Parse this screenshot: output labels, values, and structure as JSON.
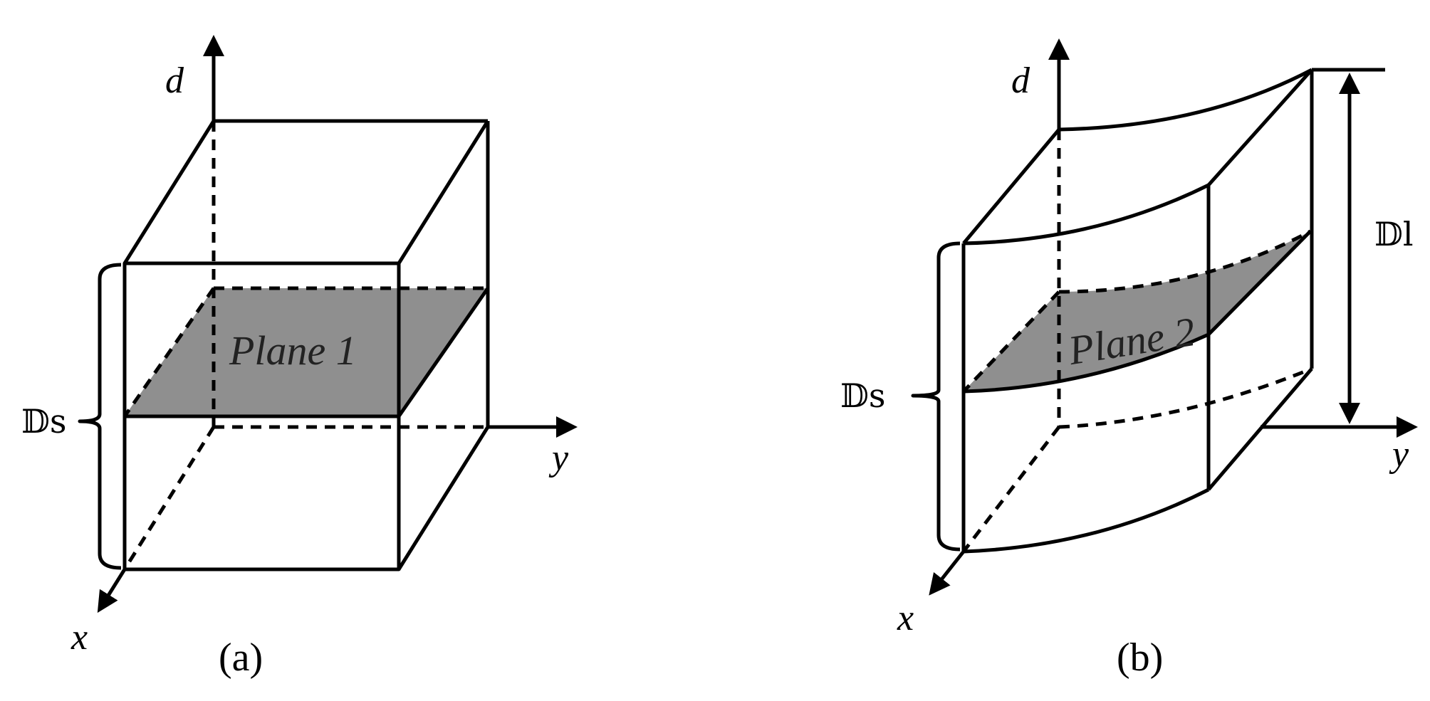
{
  "panel_a": {
    "axis_d": "d",
    "axis_y": "y",
    "axis_x": "x",
    "plane_label": "Plane 1",
    "set_label": "𝔻s",
    "caption": "(a)"
  },
  "panel_b": {
    "axis_d": "d",
    "axis_y": "y",
    "axis_x": "x",
    "plane_label": "Plane 2",
    "set_label_s": "𝔻s",
    "set_label_l": "𝔻l",
    "caption": "(b)"
  },
  "colors": {
    "plane_fill": "#8f8f8f",
    "line": "#000000"
  }
}
